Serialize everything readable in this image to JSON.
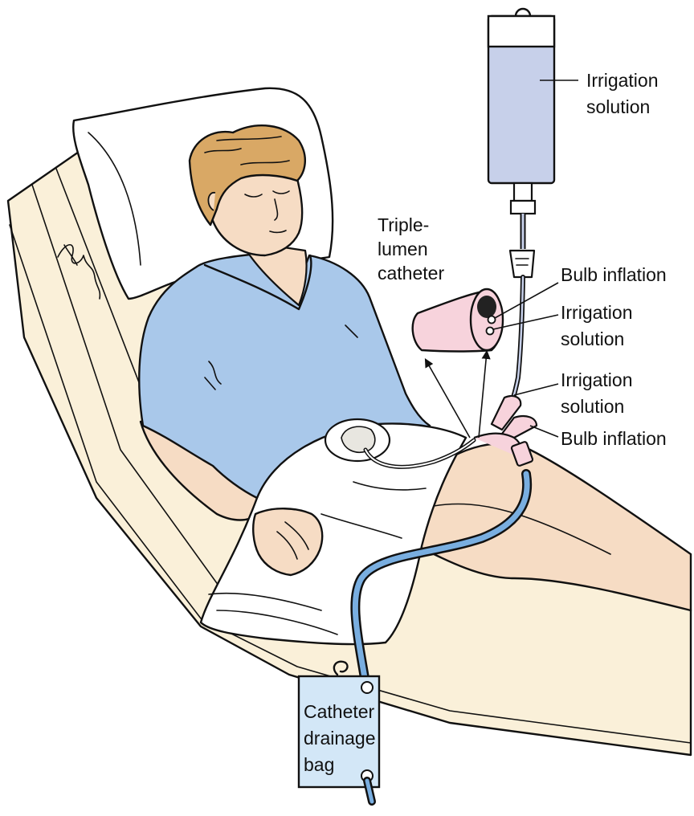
{
  "labels": {
    "irrigation_bag": [
      "Irrigation",
      "solution"
    ],
    "catheter": [
      "Triple-",
      "lumen",
      "catheter"
    ],
    "lumen_bulb": "Bulb inflation",
    "lumen_irrigation": [
      "Irrigation",
      "solution"
    ],
    "port_irrigation": [
      "Irrigation",
      "solution"
    ],
    "port_bulb": "Bulb inflation",
    "drainage_bag": [
      "Catheter",
      "drainage",
      "bag"
    ]
  },
  "colors": {
    "irrigation_bag": "#c7d0ea",
    "gown": "#a9c8ea",
    "skin": "#f6dcc4",
    "hair": "#d9a865",
    "catheter_section": "#f7d3dc",
    "drain_tube": "#79aee0",
    "drainage_bag": "#d3e7f7",
    "bed": "#faf0d9",
    "sheet": "#ffffff"
  }
}
